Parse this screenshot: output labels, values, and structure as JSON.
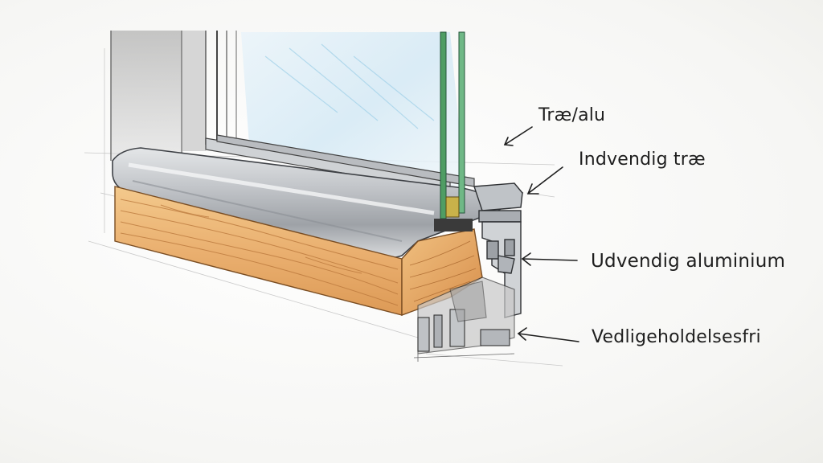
{
  "diagram": {
    "labels": [
      {
        "text": "Træ/alu"
      },
      {
        "text": "Indvendig træ"
      },
      {
        "text": "Udvendig aluminium"
      },
      {
        "text": "Vedligeholdelsesfri"
      }
    ]
  },
  "colors": {
    "wood": "#e9a964",
    "wood_grain": "#b9763a",
    "aluminium": "#b9bcc0",
    "aluminium_dark": "#6b6e72",
    "glass": "#cfe6f2",
    "glass_edge": "#3c9a5a",
    "ink": "#1e1e1e"
  }
}
